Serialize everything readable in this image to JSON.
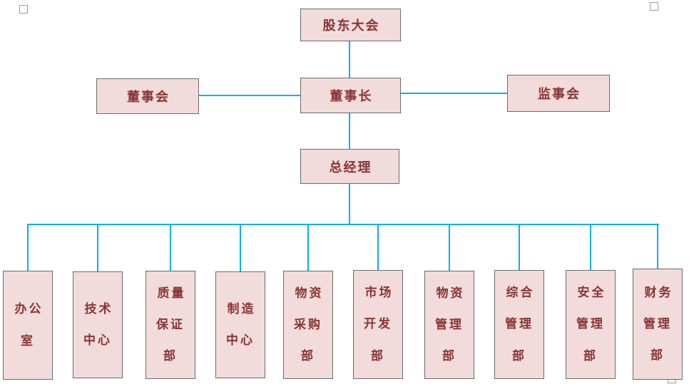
{
  "diagram": {
    "title": "company-organization-chart",
    "nodes": {
      "shareholders": "股东大会",
      "board": "董事会",
      "chairman": "董事长",
      "supervisory": "监事会",
      "general_manager": "总经理"
    },
    "departments": [
      {
        "name": "办公室",
        "label": "办公\n室"
      },
      {
        "name": "技术中心",
        "label": "技术\n中心"
      },
      {
        "name": "质量保证部",
        "label": "质量\n保证\n部"
      },
      {
        "name": "制造中心",
        "label": "制造\n中心"
      },
      {
        "name": "物资采购部",
        "label": "物资\n采购\n部"
      },
      {
        "name": "市场开发部",
        "label": "市场\n开发\n部"
      },
      {
        "name": "物资管理部",
        "label": "物资\n管理\n部"
      },
      {
        "name": "综合管理部",
        "label": "综合\n管理\n部"
      },
      {
        "name": "安全管理部",
        "label": "安全\n管理\n部"
      },
      {
        "name": "财务管理部",
        "label": "财务\n管理\n部"
      }
    ],
    "colors": {
      "box_fill": "#F2DBDB",
      "box_border": "#6B6B6B",
      "text": "#8A3533",
      "connector": "#00B0F0"
    }
  }
}
